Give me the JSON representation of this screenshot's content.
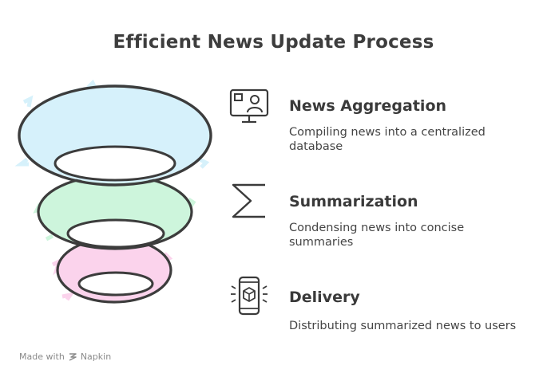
{
  "title": "Efficient News Update Process",
  "steps": [
    {
      "title": "News Aggregation",
      "description": "Compiling news into a centralized database",
      "icon": "monitor-user-icon",
      "color": "#d6f1fb"
    },
    {
      "title": "Summarization",
      "description": "Condensing news into concise summaries",
      "icon": "sigma-icon",
      "color": "#cdf5dc"
    },
    {
      "title": "Delivery",
      "description": "Distributing summarized news to users",
      "icon": "phone-package-icon",
      "color": "#fbd3ec"
    }
  ],
  "footer": {
    "made_with": "Made with",
    "brand": "Napkin"
  }
}
